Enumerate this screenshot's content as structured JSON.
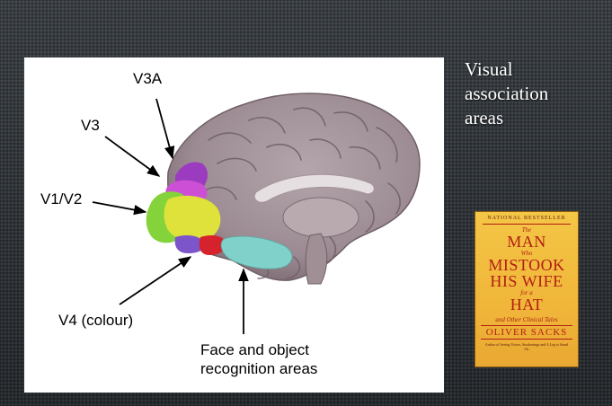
{
  "slide": {
    "title_lines": [
      "Visual",
      "association",
      "areas"
    ]
  },
  "diagram": {
    "labels": {
      "v3a": "V3A",
      "v3": "V3",
      "v1v2": "V1/V2",
      "v4": "V4 (colour)",
      "face_line1": "Face and object",
      "face_line2": "recognition areas"
    },
    "colors": {
      "brain": "#a5959c",
      "brain_dark": "#6f5f66",
      "v3a_region": "#9b3cc0",
      "v3_region": "#cd4fd6",
      "v1v2_region": "#dfe23a",
      "v1v2_green": "#84d33b",
      "v4_region": "#d6222d",
      "v4_purple": "#7b55c9",
      "face_region": "#7fd1c9"
    }
  },
  "book": {
    "top_line": "NATIONAL BESTSELLER",
    "the": "The",
    "man": "MAN",
    "who": "Who",
    "mistook": "MISTOOK",
    "his_wife": "HIS WIFE",
    "for_a": "for a",
    "hat": "HAT",
    "subtitle": "and Other Clinical Tales",
    "author": "OLIVER SACKS",
    "footnote": "Author of Seeing Voices, Awakenings and A Leg to Stand On"
  }
}
